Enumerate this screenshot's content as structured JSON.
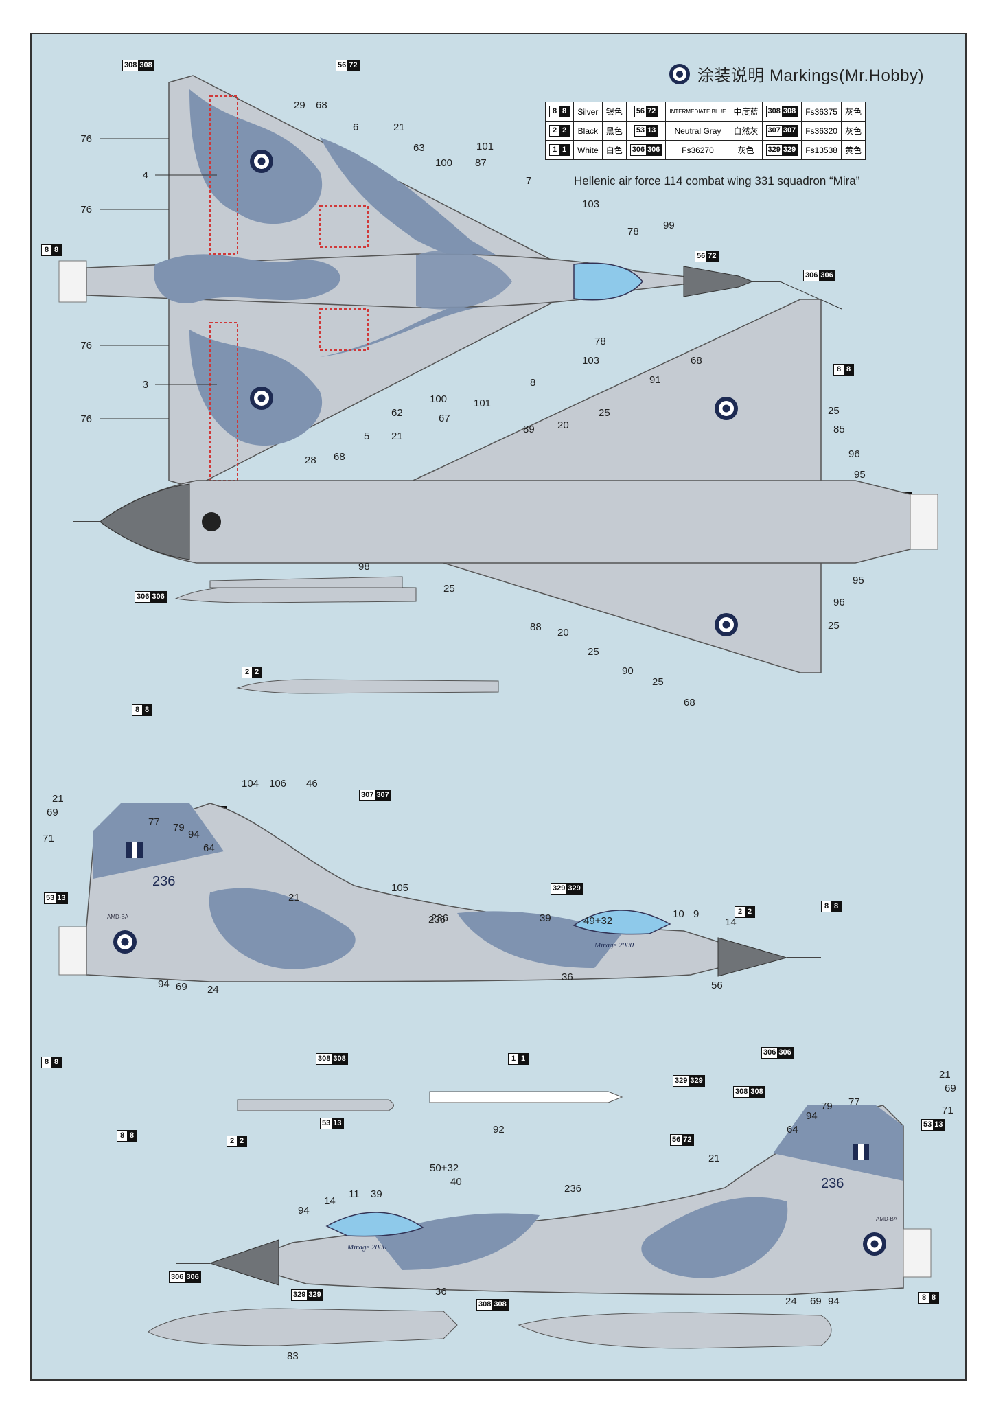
{
  "header": {
    "title": "涂装说明 Markings(Mr.Hobby)",
    "subtitle": "Hellenic air force 114 combat wing 331 squadron “Mira”"
  },
  "legend": [
    {
      "code": "8",
      "name": "Silver",
      "cn": "银色"
    },
    {
      "code": "72",
      "prefix": "56",
      "name": "INTERMEDIATE BLUE",
      "cn": "中度蓝"
    },
    {
      "code": "308",
      "prefix": "308",
      "name": "Fs36375",
      "cn": "灰色"
    },
    {
      "code": "2",
      "name": "Black",
      "cn": "黑色"
    },
    {
      "code": "13",
      "prefix": "53",
      "name": "Neutral Gray",
      "cn": "自然灰"
    },
    {
      "code": "307",
      "prefix": "307",
      "name": "Fs36320",
      "cn": "灰色"
    },
    {
      "code": "1",
      "name": "White",
      "cn": "白色"
    },
    {
      "code": "306",
      "prefix": "306",
      "name": "Fs36270",
      "cn": "灰色"
    },
    {
      "code": "329",
      "prefix": "329",
      "name": "Fs13538",
      "cn": "黄色"
    }
  ],
  "chips": {
    "c308": {
      "w": "308",
      "b": "308"
    },
    "c5672": {
      "w": "56",
      "b": "72"
    },
    "c88": {
      "w": "8",
      "b": "8"
    },
    "c22": {
      "w": "2",
      "b": "2"
    },
    "c306": {
      "w": "306",
      "b": "306"
    },
    "c307": {
      "w": "307",
      "b": "307"
    },
    "c11": {
      "w": "1",
      "b": "1"
    },
    "c329": {
      "w": "329",
      "b": "329"
    },
    "c5313": {
      "w": "53",
      "b": "13"
    }
  },
  "callouts": {
    "top_view": [
      "29",
      "68",
      "6",
      "21",
      "63",
      "101",
      "100",
      "87",
      "7",
      "103",
      "78",
      "99",
      "76",
      "4",
      "3",
      "5",
      "62",
      "67",
      "28",
      "8"
    ],
    "bottom_view": [
      "68",
      "91",
      "25",
      "85",
      "96",
      "95",
      "89",
      "20",
      "98",
      "88",
      "90"
    ],
    "stores": [
      "104",
      "106",
      "46",
      "105",
      "92",
      "83"
    ],
    "side_views": [
      "21",
      "69",
      "77",
      "79",
      "94",
      "64",
      "71",
      "236",
      "39",
      "49+32",
      "10",
      "9",
      "14",
      "24",
      "36",
      "56",
      "50+32",
      "40",
      "11"
    ]
  },
  "aircraft": {
    "serial": "236",
    "type_script": "Mirage 2000",
    "fin_code": "AMD-BA"
  },
  "colors": {
    "sheet_bg": "#c9dde6",
    "light_grey": "#c5cbd2",
    "blue_grey": "#7f93b0",
    "canopy": "#8ec9ea",
    "radome": "#6f7377",
    "roundel_blue": "#1d2a52",
    "warning_red": "#d03838",
    "yellow": "#e9b827"
  }
}
